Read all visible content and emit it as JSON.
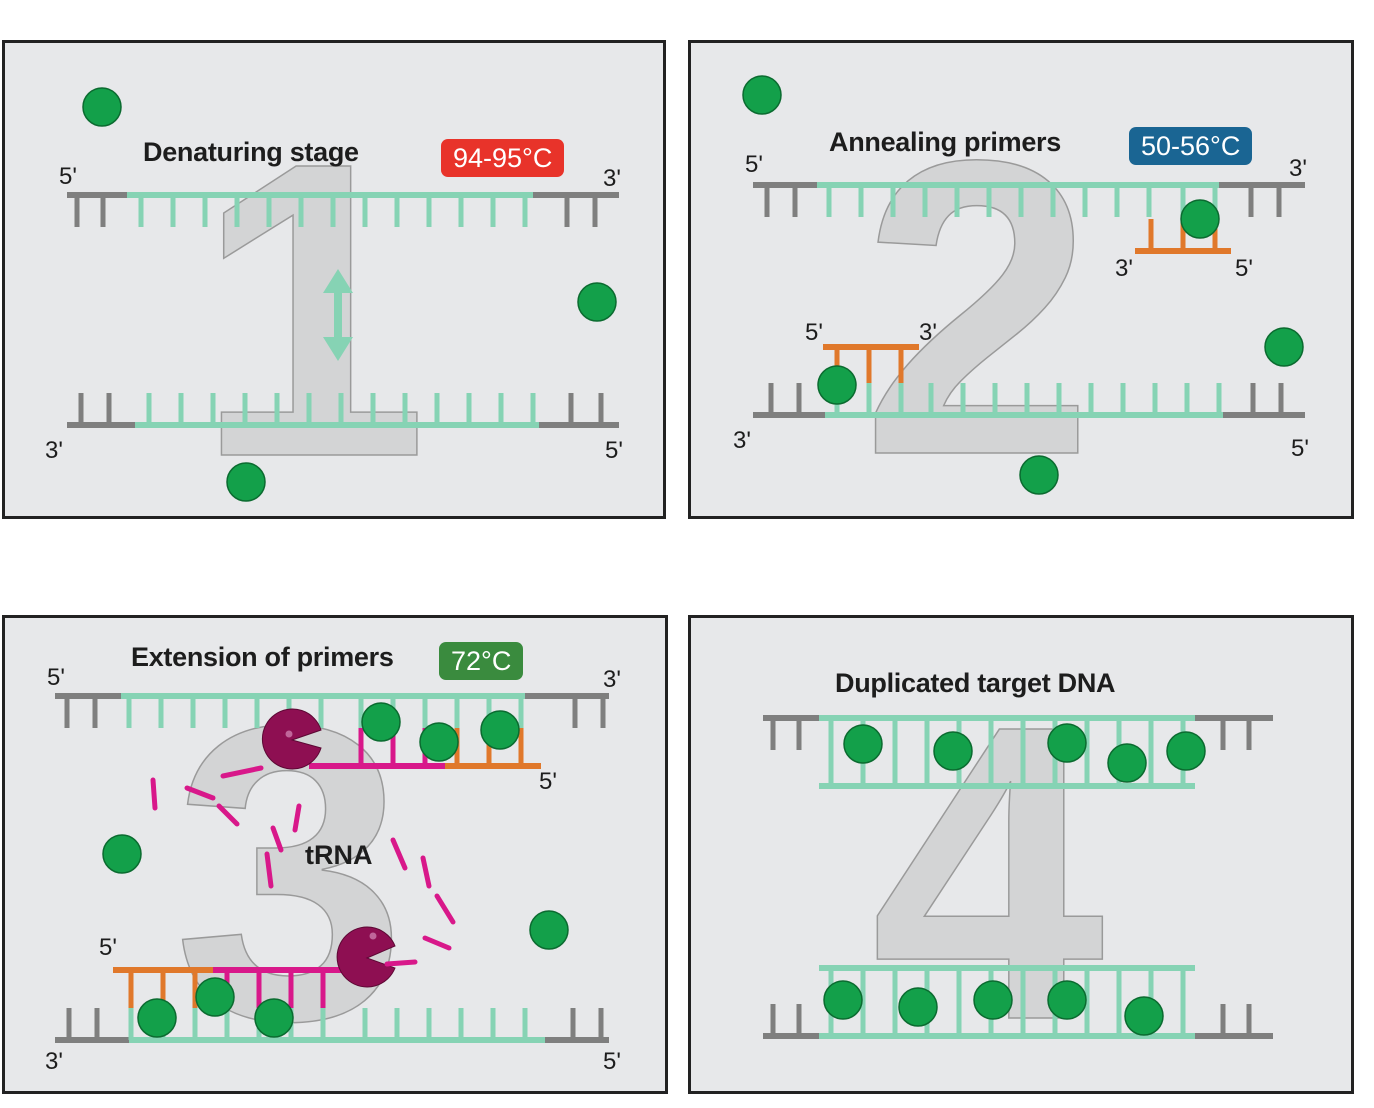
{
  "colors": {
    "panel_bg": "#e7e8ea",
    "dna_template": "#7f7f7f",
    "dna_strand": "#86d3b4",
    "primer": "#e0782b",
    "new_strand": "#d8188a",
    "polymerase": "#8e0f52",
    "nucleotide": "#13a04a",
    "temp_hot": "#e8332a",
    "temp_anneal": "#1a6593",
    "temp_extend": "#3a8b3e",
    "big_number": "#d3d4d5"
  },
  "icons": [
    "nucleotide-sphere",
    "polymerase-pacman",
    "separation-arrow"
  ],
  "panels": [
    {
      "number": "1",
      "title": "Denaturing stage",
      "temp": "94-95°C",
      "labels": {
        "top_left": "5'",
        "top_right": "3'",
        "bottom_left": "3'",
        "bottom_right": "5'"
      }
    },
    {
      "number": "2",
      "title": "Annealing primers",
      "temp": "50-56°C",
      "labels": {
        "top_left": "5'",
        "top_right": "3'",
        "bottom_left": "3'",
        "bottom_right": "5'",
        "primer_top_left": "3'",
        "primer_top_right": "5'",
        "primer_bottom_left": "5'",
        "primer_bottom_right": "3'"
      }
    },
    {
      "number": "3",
      "title": "Extension of primers",
      "temp": "72°C",
      "center_label": "tRNA",
      "labels": {
        "top_left": "5'",
        "top_right": "3'",
        "bottom_left": "3'",
        "bottom_right": "5'",
        "primer_top_right": "5'",
        "primer_bottom_left": "5'"
      }
    },
    {
      "number": "4",
      "title": "Duplicated target DNA"
    }
  ]
}
